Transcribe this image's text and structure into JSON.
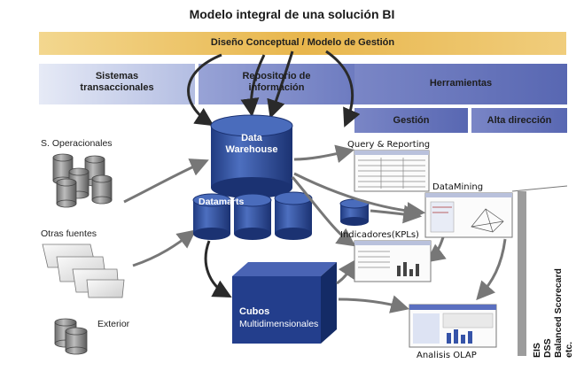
{
  "title": "Modelo integral de una solución BI",
  "top_band": "Diseño Conceptual / Modelo de Gestión",
  "bands": {
    "sistemas": "Sistemas transaccionales",
    "repositorio": "Repositorio de información",
    "herramientas": "Herramientas",
    "gestion": "Gestión",
    "alta_direccion": "Alta dirección"
  },
  "core": {
    "data_warehouse": "Data Warehouse",
    "datamarts": "Datamarts",
    "cubos": "Cubos",
    "multidimensionales": "Multidimensionales"
  },
  "sources": {
    "operacionales": "S. Operacionales",
    "otras_fuentes": "Otras fuentes",
    "exterior": "Exterior"
  },
  "applications": {
    "query_reporting": "Query & Reporting",
    "datamining": "DataMining",
    "indicadores": "Indicadores(KPLs)",
    "analisis_olap": "Analisis OLAP"
  },
  "vertical_labels": [
    "EIS",
    "DSS",
    "Balanced Scorecard",
    "etc."
  ],
  "colors": {
    "top_band": "#e8b64c",
    "light_band": "#c8d0ea",
    "dark_band": "#5867b2",
    "cylinder": "#2c4c95",
    "cube": "#233e8c"
  }
}
